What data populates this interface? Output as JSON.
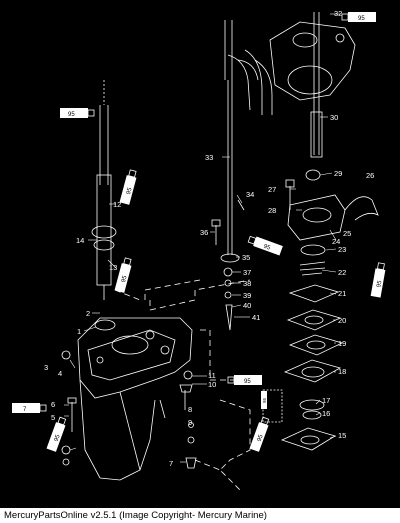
{
  "footer": {
    "caption": "MercuryPartsOnline v2.5.1 (Image Copyright- Mercury Marine)"
  },
  "colors": {
    "background": "#000000",
    "linework": "#ffffff",
    "footer_bg": "#ffffff",
    "footer_text": "#000000"
  },
  "diagram": {
    "callouts": [
      "1",
      "2",
      "3",
      "4",
      "5",
      "6",
      "7",
      "8",
      "9",
      "10",
      "11",
      "12",
      "13",
      "14",
      "15",
      "16",
      "17",
      "18",
      "19",
      "20",
      "21",
      "22",
      "23",
      "24",
      "25",
      "26",
      "27",
      "28",
      "29",
      "30",
      "32",
      "33",
      "34",
      "35",
      "36",
      "37",
      "38",
      "39",
      "40",
      "41"
    ],
    "sealant_labels": [
      "95",
      "95",
      "95",
      "95",
      "95",
      "95",
      "95",
      "95",
      "95",
      "95"
    ],
    "sealant_label_alt": "7"
  }
}
